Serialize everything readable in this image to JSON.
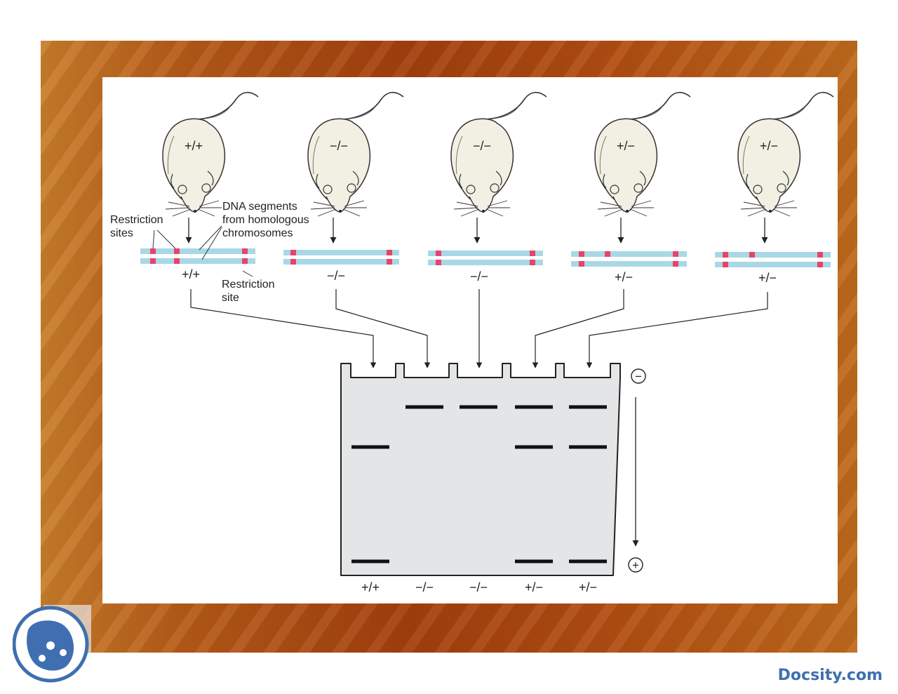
{
  "colors": {
    "dna_strand": "#a8d8e6",
    "restriction_site": "#e8436a",
    "band": "#111111",
    "brand": "#3f6fb0"
  },
  "mice": [
    {
      "genotype": "+/+"
    },
    {
      "genotype": "−/−"
    },
    {
      "genotype": "−/−"
    },
    {
      "genotype": "+/−"
    },
    {
      "genotype": "+/−"
    }
  ],
  "dna_labels": [
    "+/+",
    "−/−",
    "−/−",
    "+/−",
    "+/−"
  ],
  "labels": {
    "restriction_sites": [
      "Restriction",
      "sites"
    ],
    "dna_segments": [
      "DNA segments",
      "from homologous",
      "chromosomes"
    ],
    "restriction_site": [
      "Restriction",
      "site"
    ]
  },
  "gel": {
    "negative_symbol": "−",
    "positive_symbol": "+",
    "lane_labels": [
      "+/+",
      "−/−",
      "−/−",
      "+/−",
      "+/−"
    ],
    "bands": [
      {
        "lane": 1,
        "row": "high"
      },
      {
        "lane": 2,
        "row": "high"
      },
      {
        "lane": 3,
        "row": "high"
      },
      {
        "lane": 4,
        "row": "high"
      },
      {
        "lane": 0,
        "row": "mid"
      },
      {
        "lane": 3,
        "row": "mid"
      },
      {
        "lane": 4,
        "row": "mid"
      },
      {
        "lane": 0,
        "row": "low"
      },
      {
        "lane": 3,
        "row": "low"
      },
      {
        "lane": 4,
        "row": "low"
      }
    ]
  },
  "brand": "Docsity.com",
  "logo_icon": "docsity-logo-icon"
}
